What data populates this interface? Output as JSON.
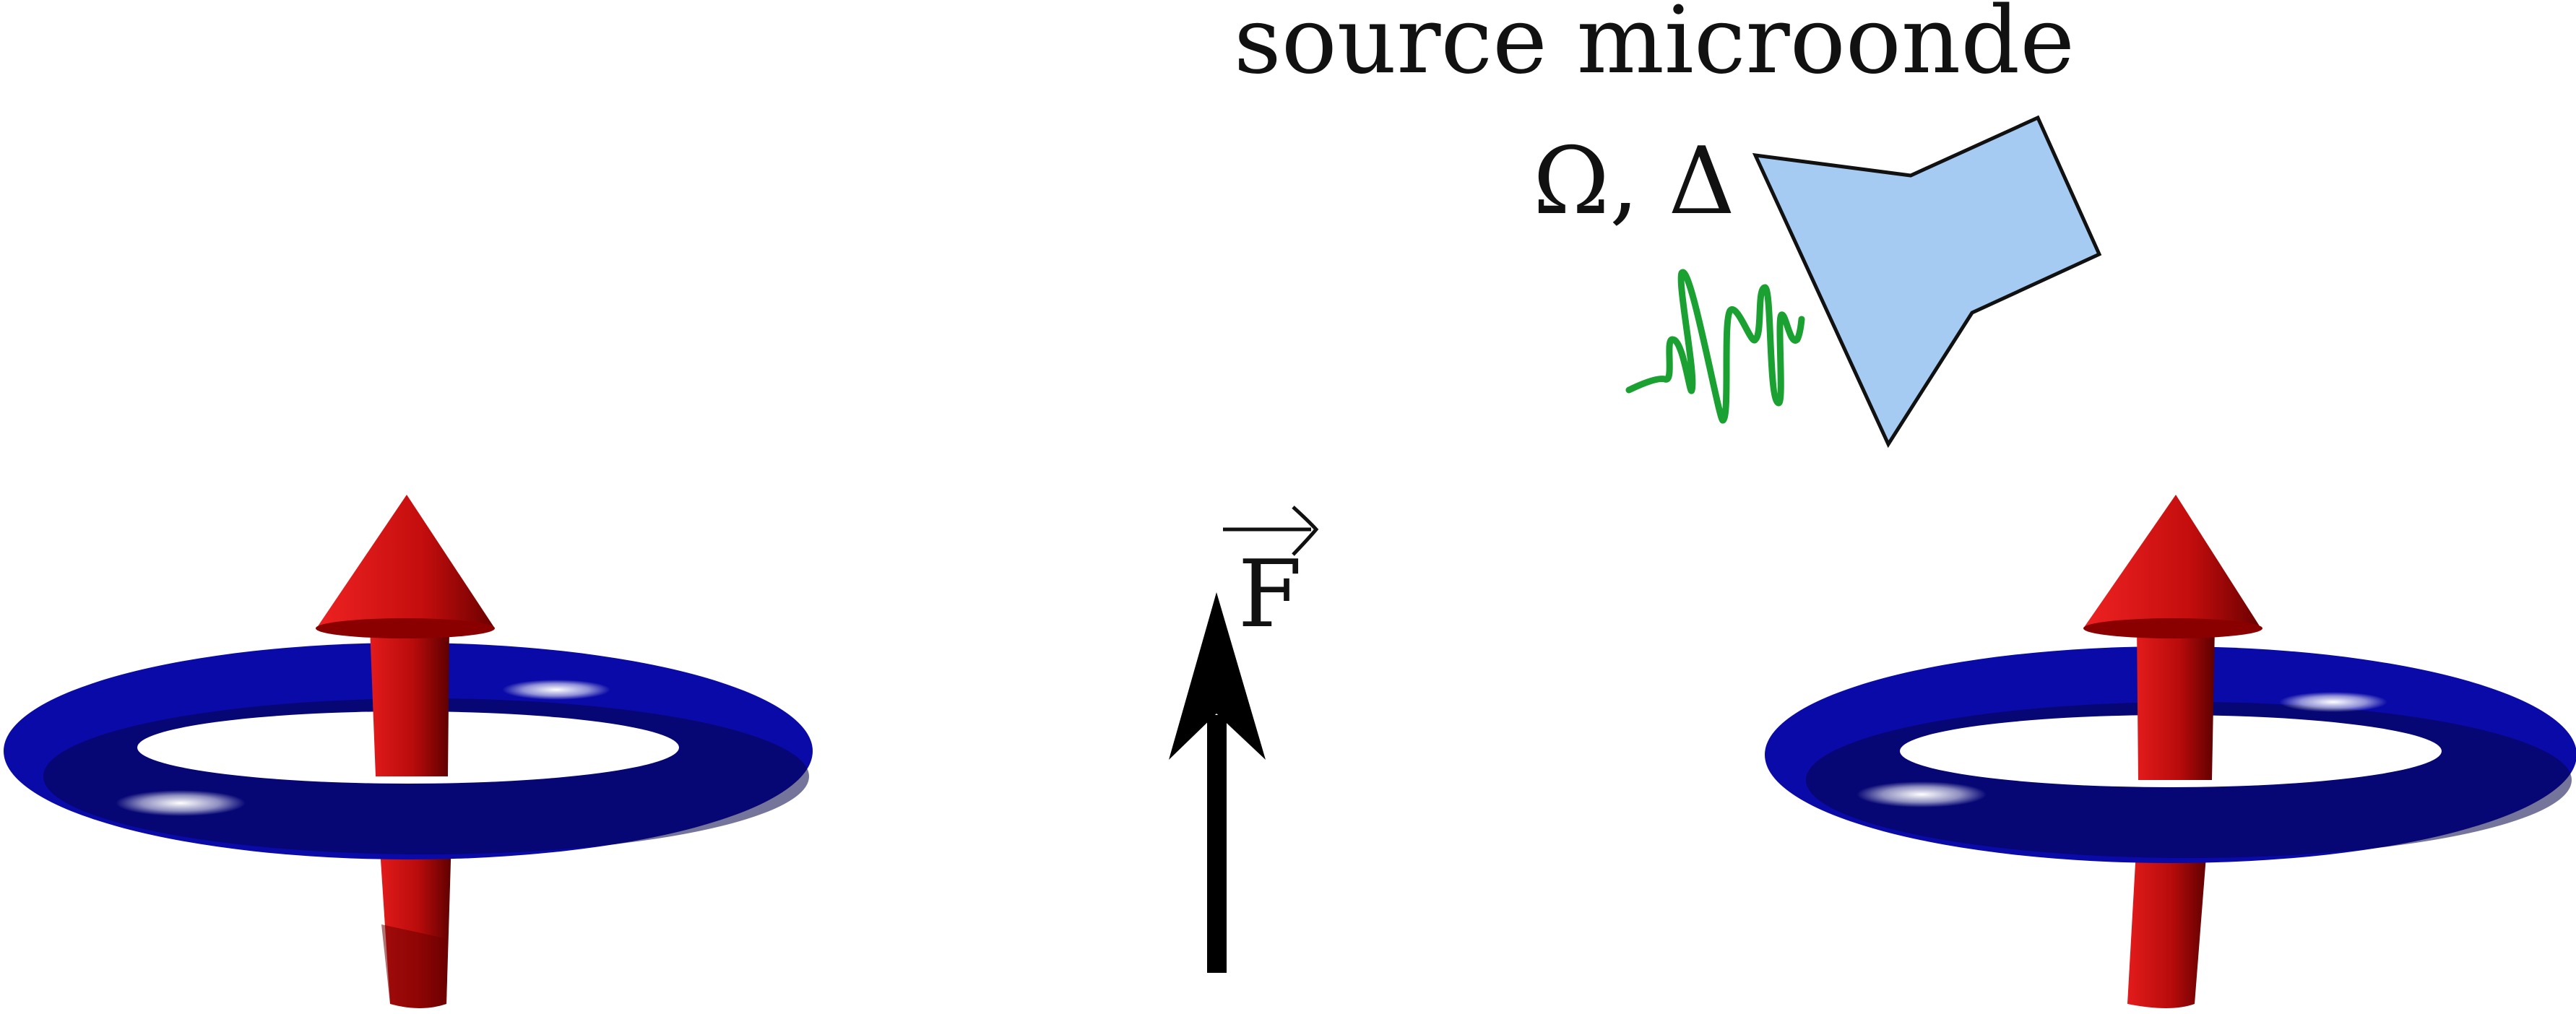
{
  "source_label": "source microonde",
  "param_label": "Ω, Δ",
  "force_letter": "F",
  "colors": {
    "spin_arrow": "#c20e0e",
    "spin_arrow_dark": "#6e0000",
    "ring": "#0a0aa8",
    "ring_dark": "#03034a",
    "ring_highlight": "#ffffff",
    "source_fill": "#a6cbf3",
    "source_stroke": "#111111",
    "wave": "#1aa131",
    "force_arrow": "#000000"
  },
  "icons": {
    "left_atom": "ring-with-up-arrow",
    "right_atom": "ring-with-up-arrow",
    "source": "microwave-horn",
    "wave": "oscillating-wave",
    "force": "up-arrow"
  }
}
